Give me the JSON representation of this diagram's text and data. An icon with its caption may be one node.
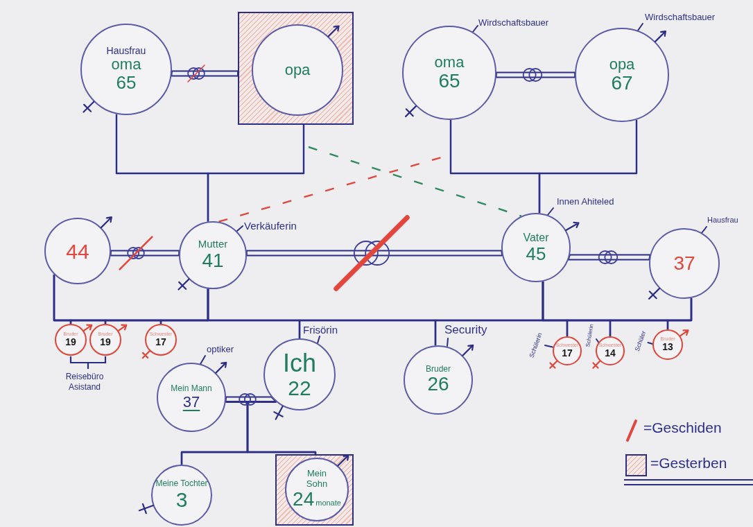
{
  "diagram": {
    "nodes": [
      {
        "text": [
          "Hausfrau",
          "oma",
          "65"
        ]
      },
      {
        "text": [],
        "shape": "box"
      },
      {
        "text": [
          "opa"
        ],
        "in": 1
      },
      {
        "text": [
          "oma",
          "65"
        ],
        "beside": [
          "Wirdschaftsbauer"
        ]
      },
      {
        "text": [
          "opa",
          "67"
        ],
        "beside": [
          "Wirdschaftsbauer"
        ]
      },
      {
        "text": [
          "44"
        ]
      },
      {
        "text": [
          "Mutter",
          "41"
        ],
        "beside": [
          "Verkäuferin"
        ]
      },
      {
        "text": [
          "Vater",
          "45"
        ],
        "beside": [
          "Innen Ahiteled"
        ]
      },
      {
        "text": [
          "37"
        ],
        "beside": [
          "Hausfrau"
        ]
      },
      {
        "text": [
          "Bruder",
          "19"
        ]
      },
      {
        "text": [
          "Bruder",
          "19"
        ]
      },
      {
        "text": [
          "Schwester",
          "17"
        ]
      },
      {
        "text": [
          "Mein Mann",
          "37"
        ],
        "beside": [
          "optiker"
        ]
      },
      {
        "text": [
          "Ich",
          "22"
        ],
        "beside": [
          "Frisörin"
        ]
      },
      {
        "text": [
          "Bruder",
          "26"
        ],
        "beside": [
          "Security"
        ]
      },
      {
        "text": [
          "Schwester",
          "17"
        ],
        "beside": [
          "Schülerin"
        ]
      },
      {
        "text": [
          "Schwester",
          "14"
        ],
        "beside": [
          "Schülerin"
        ]
      },
      {
        "text": [
          "Bruder",
          "13"
        ],
        "beside": [
          "Schüler"
        ]
      },
      {
        "text": [
          "Meine Tochter",
          "3"
        ]
      },
      {
        "text": [],
        "shape": "box"
      },
      {
        "text": [
          "Mein Sohn",
          "24",
          "monate"
        ],
        "in": 19
      }
    ],
    "edges": [
      {
        "from": 0,
        "to": 1,
        "arrow": "none"
      },
      {
        "from": 3,
        "to": 4,
        "arrow": "none"
      },
      {
        "from": 5,
        "to": 6,
        "arrow": "none"
      },
      {
        "from": 6,
        "to": 7,
        "arrow": "none"
      },
      {
        "from": 7,
        "to": 8,
        "arrow": "none"
      },
      {
        "from": 12,
        "to": 13,
        "arrow": "none"
      },
      {
        "from": 0,
        "to": 6,
        "arrow": "none"
      },
      {
        "from": 1,
        "to": 6,
        "arrow": "none"
      },
      {
        "from": 3,
        "to": 7,
        "arrow": "none"
      },
      {
        "from": 4,
        "to": 7,
        "arrow": "none"
      },
      {
        "from": 5,
        "to": 9,
        "arrow": "none"
      },
      {
        "from": 6,
        "to": 9,
        "arrow": "none"
      },
      {
        "from": 5,
        "to": 10,
        "arrow": "none"
      },
      {
        "from": 6,
        "to": 10,
        "arrow": "none"
      },
      {
        "from": 5,
        "to": 11,
        "arrow": "none"
      },
      {
        "from": 6,
        "to": 11,
        "arrow": "none"
      },
      {
        "from": 6,
        "to": 13,
        "arrow": "none"
      },
      {
        "from": 7,
        "to": 13,
        "arrow": "none"
      },
      {
        "from": 6,
        "to": 14,
        "arrow": "none"
      },
      {
        "from": 7,
        "to": 14,
        "arrow": "none"
      },
      {
        "from": 7,
        "to": 15,
        "arrow": "none"
      },
      {
        "from": 8,
        "to": 15,
        "arrow": "none"
      },
      {
        "from": 7,
        "to": 16,
        "arrow": "none"
      },
      {
        "from": 8,
        "to": 16,
        "arrow": "none"
      },
      {
        "from": 7,
        "to": 17,
        "arrow": "none"
      },
      {
        "from": 8,
        "to": 17,
        "arrow": "none"
      },
      {
        "from": 12,
        "to": 18,
        "arrow": "none"
      },
      {
        "from": 13,
        "to": 18,
        "arrow": "none"
      },
      {
        "from": 12,
        "to": 19,
        "arrow": "none"
      },
      {
        "from": 13,
        "to": 19,
        "arrow": "none"
      },
      {
        "from": 6,
        "to": null,
        "arrow": "none",
        "style": "dashed",
        "color": "#e2463c"
      },
      {
        "from": null,
        "to": 7,
        "arrow": "none",
        "style": "dashed",
        "color": "#2f8a5e"
      }
    ],
    "labels": [
      "Reisebüro Asistand"
    ],
    "legend": [
      {
        "text": "=Geschiden"
      },
      {
        "text": "=Gesterben"
      }
    ]
  }
}
